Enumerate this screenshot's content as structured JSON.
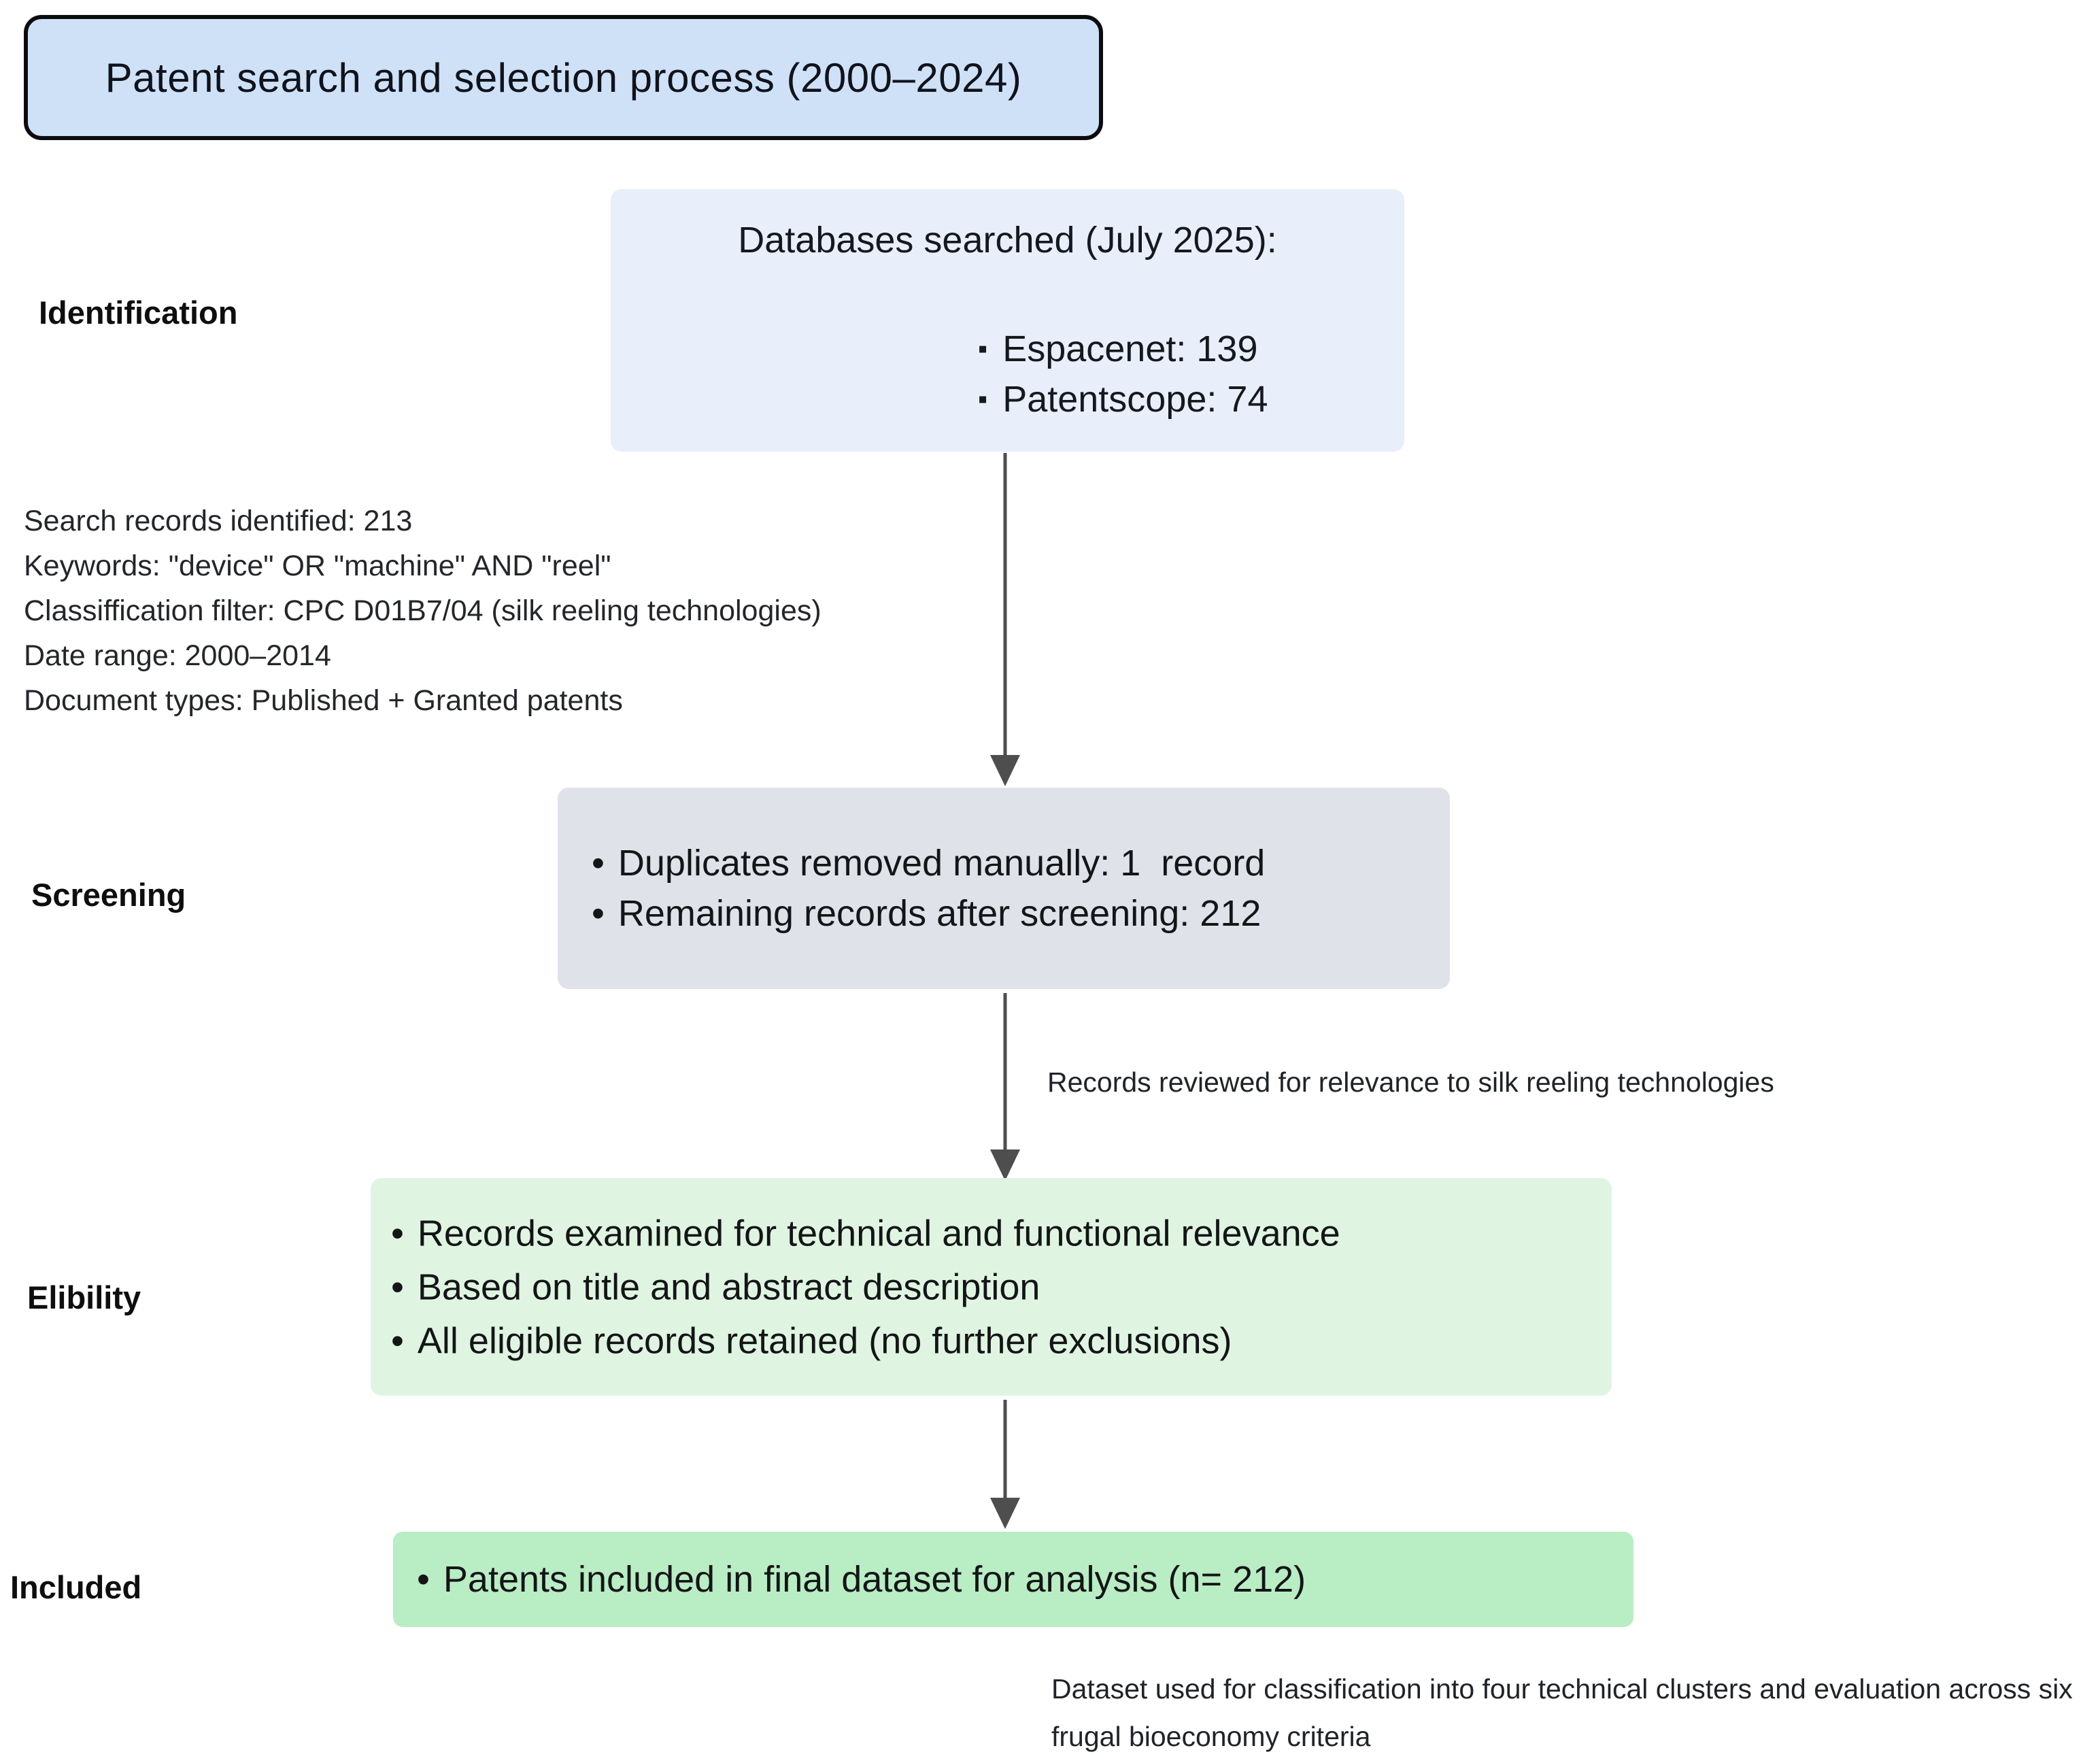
{
  "title": "Patent search and selection process (2000–2024)",
  "identification": {
    "label": "Identification",
    "box_header": "Databases searched (July 2025):",
    "box_bullets": [
      "Espacenet: 139",
      "Patentscope: 74"
    ],
    "notes": [
      "Search records identified: 213",
      "Keywords: \"device\" OR \"machine\" AND \"reel\"",
      "Classiffication filter: CPC D01B7/04 (silk reeling technologies)",
      "Date range: 2000–2014",
      "Document types: Published + Granted patents"
    ]
  },
  "screening": {
    "label": "Screening",
    "box_bullets": [
      "Duplicates removed manually: 1  record",
      "Remaining records after screening: 212"
    ]
  },
  "eligibility": {
    "label": "Elibility",
    "arrow_note": "Records reviewed for relevance to silk reeling technologies",
    "box_bullets": [
      "Records examined for technical and functional relevance",
      "Based on title and abstract description",
      "All eligible records retained (no further exclusions)"
    ]
  },
  "included": {
    "label": "Included",
    "box_bullets": [
      "Patents included in final dataset for analysis (n= 212)"
    ],
    "footnote": "Dataset used for classification into four technical clusters and evaluation across six frugal bioeconomy criteria"
  },
  "colors": {
    "title_fill": "#cfe1f7",
    "title_border": "#0c0c0e",
    "identification_fill": "#e8effa",
    "screening_fill": "#dfe2e9",
    "eligibility_fill": "#dff5e2",
    "included_fill": "#b9edc4",
    "arrow": "#4e4e4e",
    "text": "#141517"
  }
}
